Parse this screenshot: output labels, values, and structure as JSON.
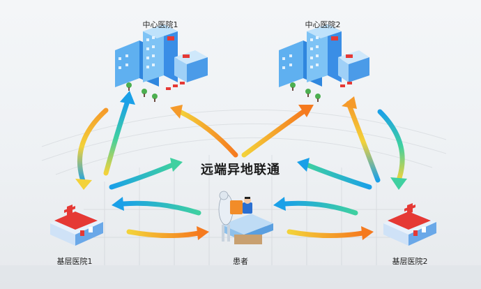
{
  "nodes": {
    "center_hospital_1": "中心医院1",
    "center_hospital_2": "中心医院2",
    "primary_hospital_1": "基层医院1",
    "primary_hospital_2": "基层医院2",
    "patient": "患者"
  },
  "center_label": "远端异地联通",
  "colors": {
    "arrow_blue": "#1aa0e8",
    "arrow_green": "#3fd0a0",
    "arrow_orange": "#f59a2a",
    "arrow_yellow": "#f3d23a",
    "building_blue": "#3a8ee6",
    "hospital_red": "#e53935"
  }
}
